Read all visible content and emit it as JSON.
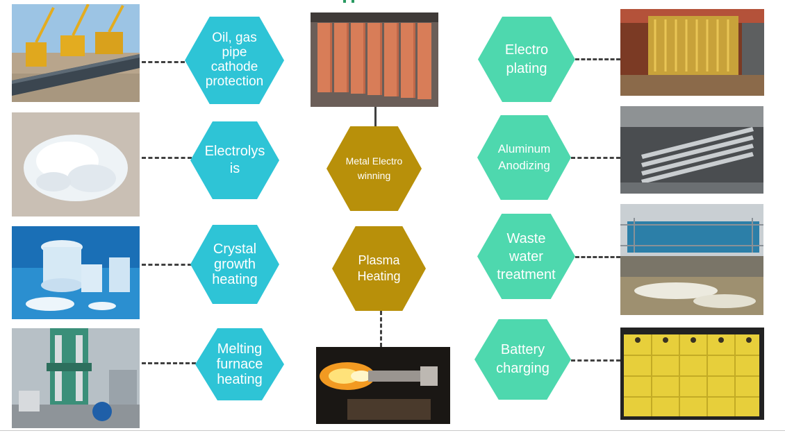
{
  "colors": {
    "left_hex": "#2ec4d6",
    "center_hex": "#b8900a",
    "right_hex": "#4ed8ae",
    "connector": "#404040"
  },
  "left_items": [
    {
      "label": "Oil, gas pipe cathode protection",
      "image": "pipeline-photo"
    },
    {
      "label": "Electrolysis",
      "image": "white-crystal-flakes-photo"
    },
    {
      "label": "Crystal growth heating",
      "image": "crystal-discs-photo"
    },
    {
      "label": "Melting furnace heating",
      "image": "factory-press-photo"
    }
  ],
  "center_items": [
    {
      "label": "Metal Electrowinning",
      "image": "copper-cathodes-photo"
    },
    {
      "label": "Plasma Heating",
      "image": "plasma-torch-photo"
    }
  ],
  "right_items": [
    {
      "label": "Electro plating",
      "image": "plating-line-photo"
    },
    {
      "label": "Aluminum Anodizing",
      "image": "aluminum-profiles-photo"
    },
    {
      "label": "Waste water treatment",
      "image": "treatment-tank-photo"
    },
    {
      "label": "Battery charging",
      "image": "yellow-batteries-photo"
    }
  ]
}
